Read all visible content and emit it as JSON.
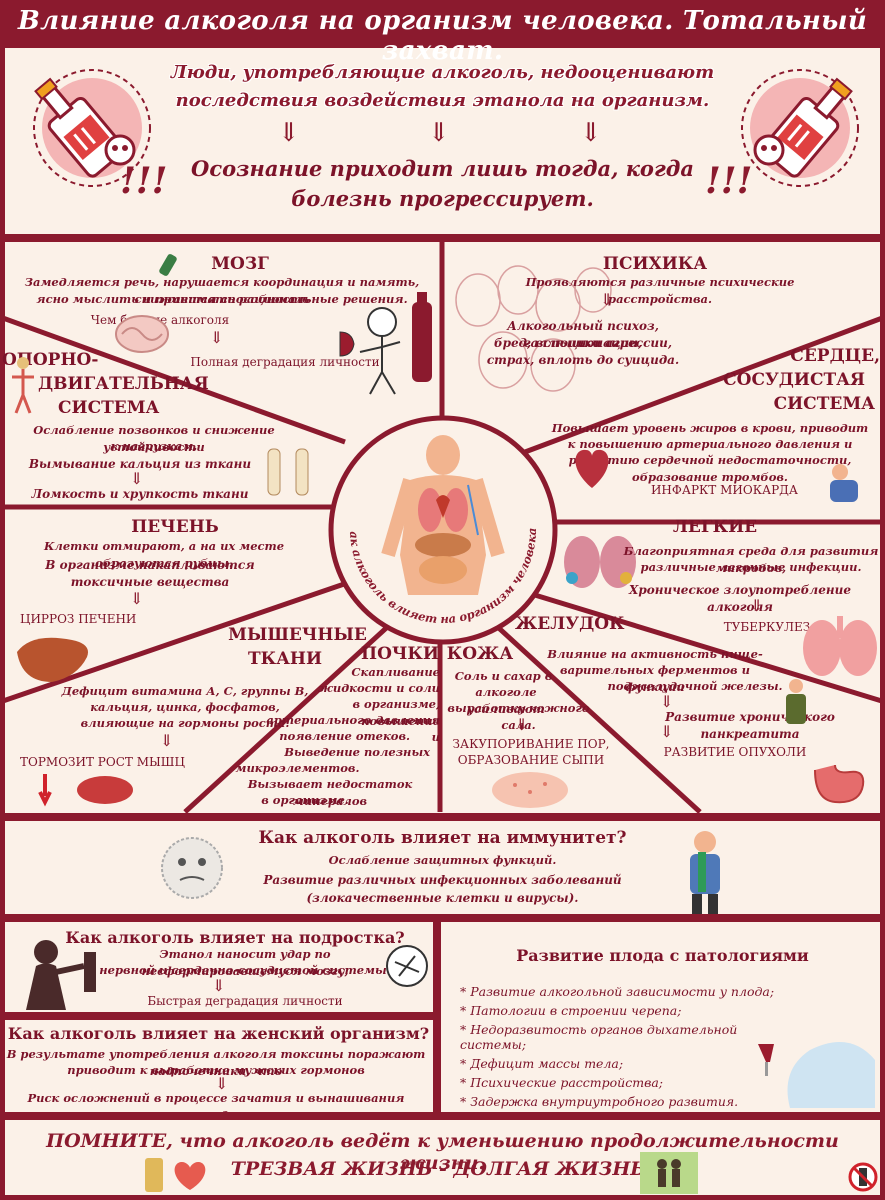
{
  "header": {
    "title": "Влияние алкоголя на организм человека. Тотальный захват.",
    "intro_line1": "Люди, употребляющие алкоголь, недооценивают",
    "intro_line2": "последствия воздействия этанола на организм.",
    "realization_line1": "Осознание приходит лишь тогда, когда",
    "realization_line2": "болезнь прогрессирует.",
    "exclaim": "!!!",
    "arrow": "⇓"
  },
  "center": {
    "circle_text": "Как алкоголь влияет на организм человека?"
  },
  "brain": {
    "title": "МОЗГ",
    "text1": "Замедляется речь, нарушается координация и память, снижается способность",
    "text2": "ясно мыслить и принимать рациональные решения.",
    "text3": "Чем больше алкоголя",
    "text4": "Полная деградация личности"
  },
  "psyche": {
    "title": "ПСИХИКА",
    "text1": "Проявляются различные психические расстройства.",
    "text2": "Алкогольный психоз, галлюционации,",
    "text3": "бред, вспышки агрессии,",
    "text4": "страх, вплоть до суицида."
  },
  "musculo": {
    "title1": "ОПОРНО-",
    "title2": "ДВИГАТЕЛЬНАЯ",
    "title3": "СИСТЕМА",
    "text1": "Ослабление позвонков и снижение устойчивости",
    "text2": "к нагрузкам.",
    "text3": "Вымывание кальция из ткани",
    "text4": "Ломкость и хрупкость ткани"
  },
  "heart": {
    "title1": "СЕРДЦЕ,",
    "title2": "СОСУДИСТАЯ",
    "title3": "СИСТЕМА",
    "text1": "Повышает уровень жиров в крови, приводит",
    "text2": "к повышению артериального давления и",
    "text3": "развитию сердечной недостаточности, образование тромбов.",
    "text4": "ИНФАРКТ МИОКАРДА"
  },
  "liver": {
    "title": "ПЕЧЕНЬ",
    "text1": "Клетки отмирают, а на их месте образуются рубцы.",
    "text2": "В организме накапливаются",
    "text3": "токсичные вещества",
    "text4": "ЦИРРОЗ ПЕЧЕНИ"
  },
  "lungs": {
    "title": "ЛЕГКИЕ",
    "text1": "Благоприятная среда для развития микробов,",
    "text2": "различные легочные инфекции.",
    "text3": "Хроническое злоупотребление алкоголя",
    "text4": "ТУБЕРКУЛЕЗ"
  },
  "muscle": {
    "title1": "МЫШЕЧНЫЕ",
    "title2": "ТКАНИ",
    "text1": "Дефицит витамина А, С, группы В,",
    "text2": "кальция, цинка, фосфатов,",
    "text3": "влияющие на гормоны роста.",
    "text4": "ТОРМОЗИТ РОСТ МЫШЦ"
  },
  "kidneys": {
    "title": "ПОЧКИ",
    "text1": "Скапливание",
    "text2": "жидкости и соли",
    "text3": "в организме, повышение",
    "text4": "артериального давления и",
    "text5": "появление отеков.",
    "text6": "Выведение полезных",
    "text7": "микроэлементов.",
    "text8": "Вызывает недостаток минералов",
    "text9": "в организме."
  },
  "skin": {
    "title": "КОЖА",
    "text1": "Соль и сахар в",
    "text2": "алкоголе усиливают",
    "text3": "выработку кожного сала.",
    "text4": "ЗАКУПОРИВАНИЕ ПОР,",
    "text5": "ОБРАЗОВАНИЕ СЫПИ"
  },
  "stomach": {
    "title": "ЖЕЛУДОК",
    "text1": "Влияние на активность пище-",
    "text2": "варительных ферментов и функции",
    "text3": "поджелудочной железы.",
    "text4": "Развитие хронического панкреатита",
    "text5": "РАЗВИТИЕ ОПУХОЛИ"
  },
  "immunity": {
    "title": "Как алкоголь влияет на иммунитет?",
    "text1": "Ослабление защитных функций.",
    "text2": "Развитие различных инфекционных заболеваний",
    "text3": "(злокачественные клетки и вирусы)."
  },
  "teen": {
    "title": "Как алкоголь влияет на подростка?",
    "text1": "Этанол наносит удар по несформировавшемуся мозгу,",
    "text2": "нервной и сердечно-сосудистой системы.",
    "text3": "Быстрая деградация личности"
  },
  "women": {
    "title": "Как алкоголь влияет на женский организм?",
    "text1": "В результате употребления алкоголя токсины поражают надпочечники, что",
    "text2": "приводит  к выработке мужских гормонов",
    "text3": "Риск осложнений в процессе зачатия и вынашивания плода"
  },
  "fetus": {
    "title": "Развитие плода с патологиями",
    "items": [
      "* Развитие алкогольной зависимости у плода;",
      "* Патологии в строении черепа;",
      "* Недоразвитость органов дыхательной системы;",
      "* Дефицит массы тела;",
      "* Психические расстройства;",
      "* Задержка внутриутробного развития."
    ]
  },
  "footer": {
    "line1": "ПОМНИТЕ, что алкоголь ведёт к уменьшению продолжительности жизни.",
    "line2": "ТРЕЗВАЯ ЖИЗНЬ - ДОЛГАЯ ЖИЗНЬ!"
  },
  "colors": {
    "accent": "#8b1a2e",
    "background": "#fbf1e8",
    "text": "#7c1329"
  }
}
